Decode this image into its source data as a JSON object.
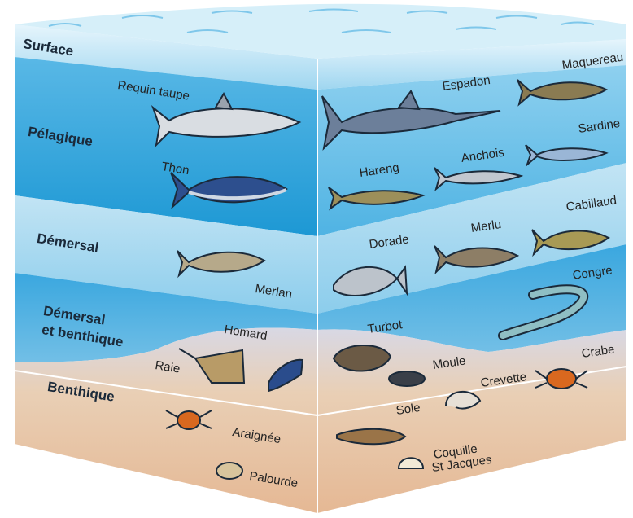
{
  "zones": {
    "surface": "Surface",
    "pelagique": "Pélagique",
    "demersal": "Démersal",
    "demersal_benthique_1": "Démersal",
    "demersal_benthique_2": "et benthique",
    "benthique": "Benthique"
  },
  "species": {
    "requin_taupe": "Requin taupe",
    "thon": "Thon",
    "espadon": "Espadon",
    "maquereau": "Maquereau",
    "sardine": "Sardine",
    "hareng": "Hareng",
    "anchois": "Anchois",
    "dorade": "Dorade",
    "merlu": "Merlu",
    "cabillaud": "Cabillaud",
    "merlan": "Merlan",
    "congre": "Congre",
    "turbot": "Turbot",
    "homard": "Homard",
    "raie": "Raie",
    "moule": "Moule",
    "crevette": "Crevette",
    "crabe": "Crabe",
    "sole": "Sole",
    "araignee": "Araignée",
    "coquille_1": "Coquille",
    "coquille_2": "St Jacques",
    "palourde": "Palourde"
  },
  "colors": {
    "surface_water": "#bfe3f5",
    "pelagic_deep": "#1f9fd8",
    "pelagic_light": "#6cc2ea",
    "demersal": "#a8d8ef",
    "demersal_benthic": "#3fa9df",
    "benthic_sand": "#e8c9a8",
    "outline": "#1b2a3a"
  }
}
